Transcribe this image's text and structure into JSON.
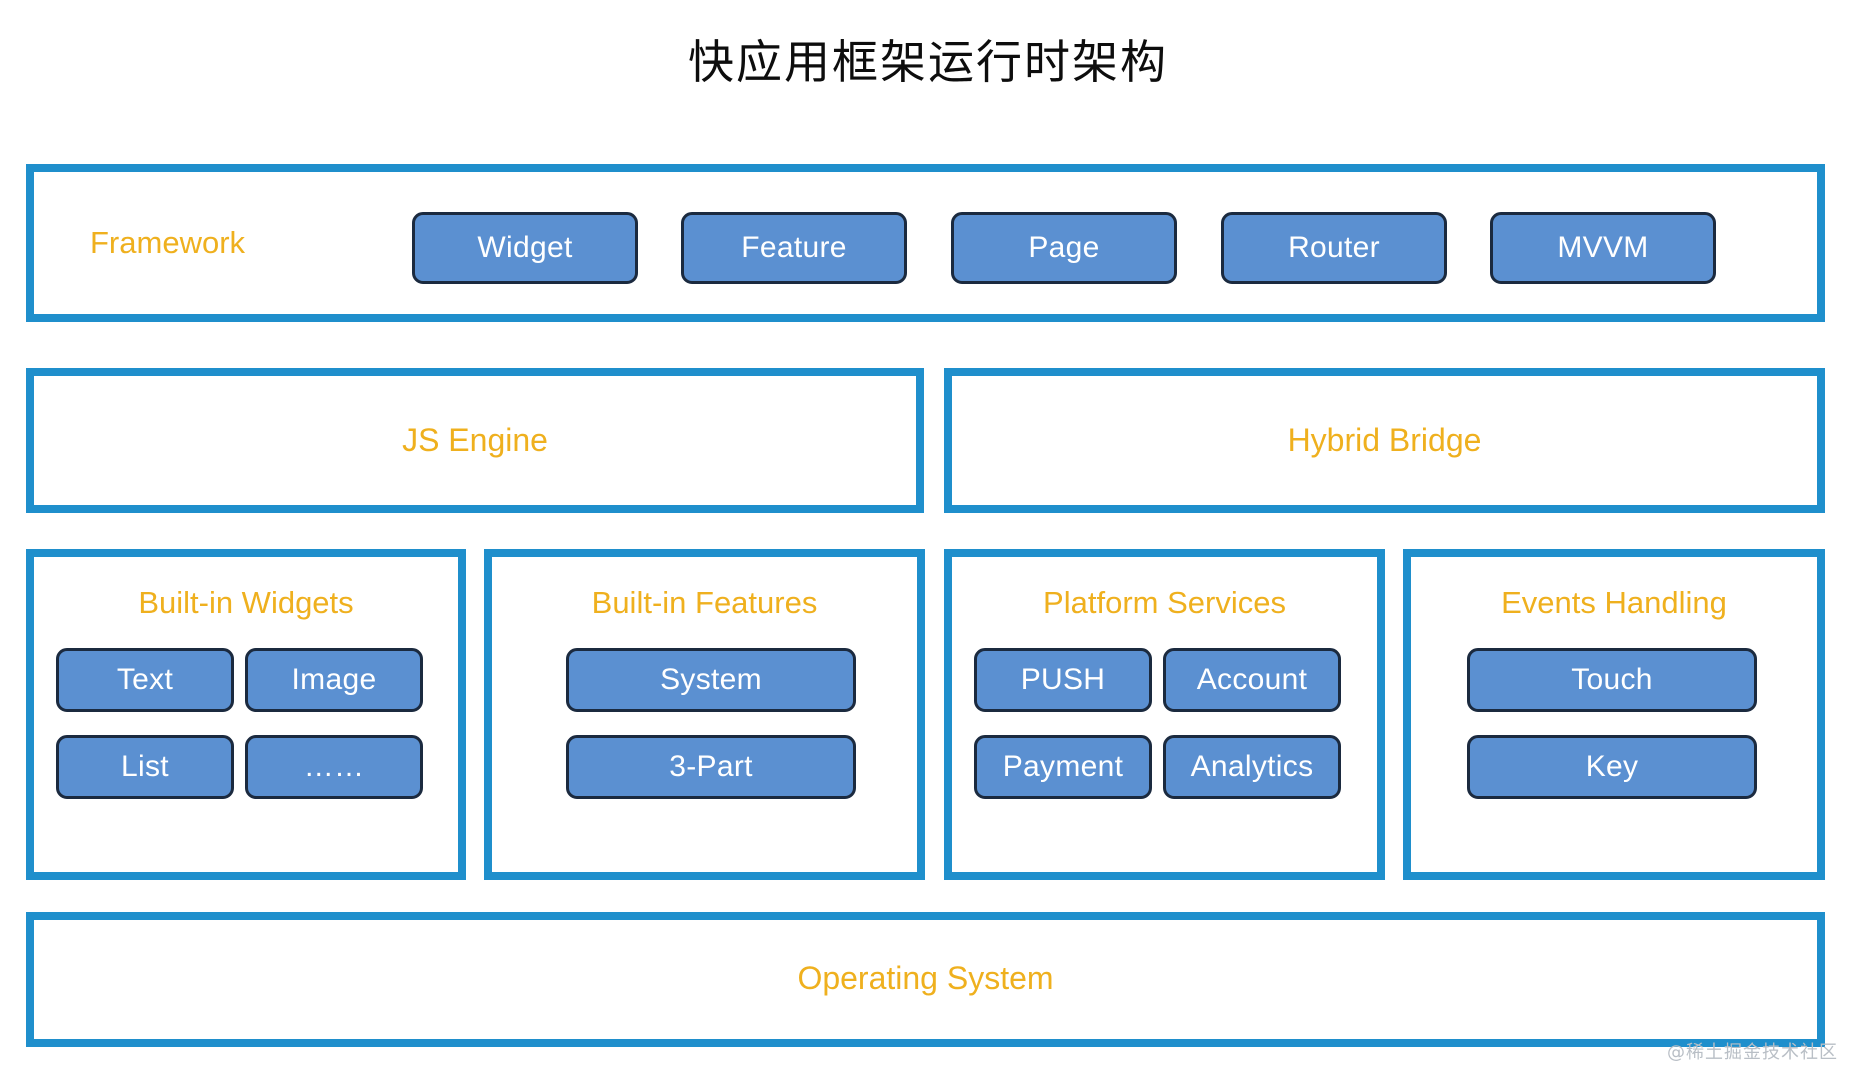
{
  "title": "快应用框架运行时架构",
  "colors": {
    "panel_border": "#1F8FCC",
    "node_fill": "#5B90D1",
    "node_border": "#1B2A3F",
    "label_gold": "#EFB01E",
    "node_text": "#FFFFFF",
    "title_text": "#0D0D0D",
    "watermark_text": "#B9BFC6"
  },
  "framework": {
    "label": "Framework",
    "nodes": [
      {
        "label": "Widget"
      },
      {
        "label": "Feature"
      },
      {
        "label": "Page"
      },
      {
        "label": "Router"
      },
      {
        "label": "MVVM"
      }
    ]
  },
  "middle_row": {
    "js_engine": {
      "label": "JS Engine"
    },
    "hybrid_bridge": {
      "label": "Hybrid Bridge"
    }
  },
  "capabilities": [
    {
      "label": "Built-in Widgets",
      "layout": "two-column",
      "nodes": [
        {
          "label": "Text"
        },
        {
          "label": "Image"
        },
        {
          "label": "List"
        },
        {
          "label": "……"
        }
      ]
    },
    {
      "label": "Built-in Features",
      "layout": "single-column",
      "nodes": [
        {
          "label": "System"
        },
        {
          "label": "3-Part"
        }
      ]
    },
    {
      "label": "Platform Services",
      "layout": "two-column",
      "nodes": [
        {
          "label": "PUSH"
        },
        {
          "label": "Account"
        },
        {
          "label": "Payment"
        },
        {
          "label": "Analytics"
        }
      ]
    },
    {
      "label": "Events Handling",
      "layout": "single-column",
      "nodes": [
        {
          "label": "Touch"
        },
        {
          "label": "Key"
        }
      ]
    }
  ],
  "operating_system": {
    "label": "Operating System"
  },
  "watermark": {
    "text": "@稀土掘金技术社区"
  }
}
